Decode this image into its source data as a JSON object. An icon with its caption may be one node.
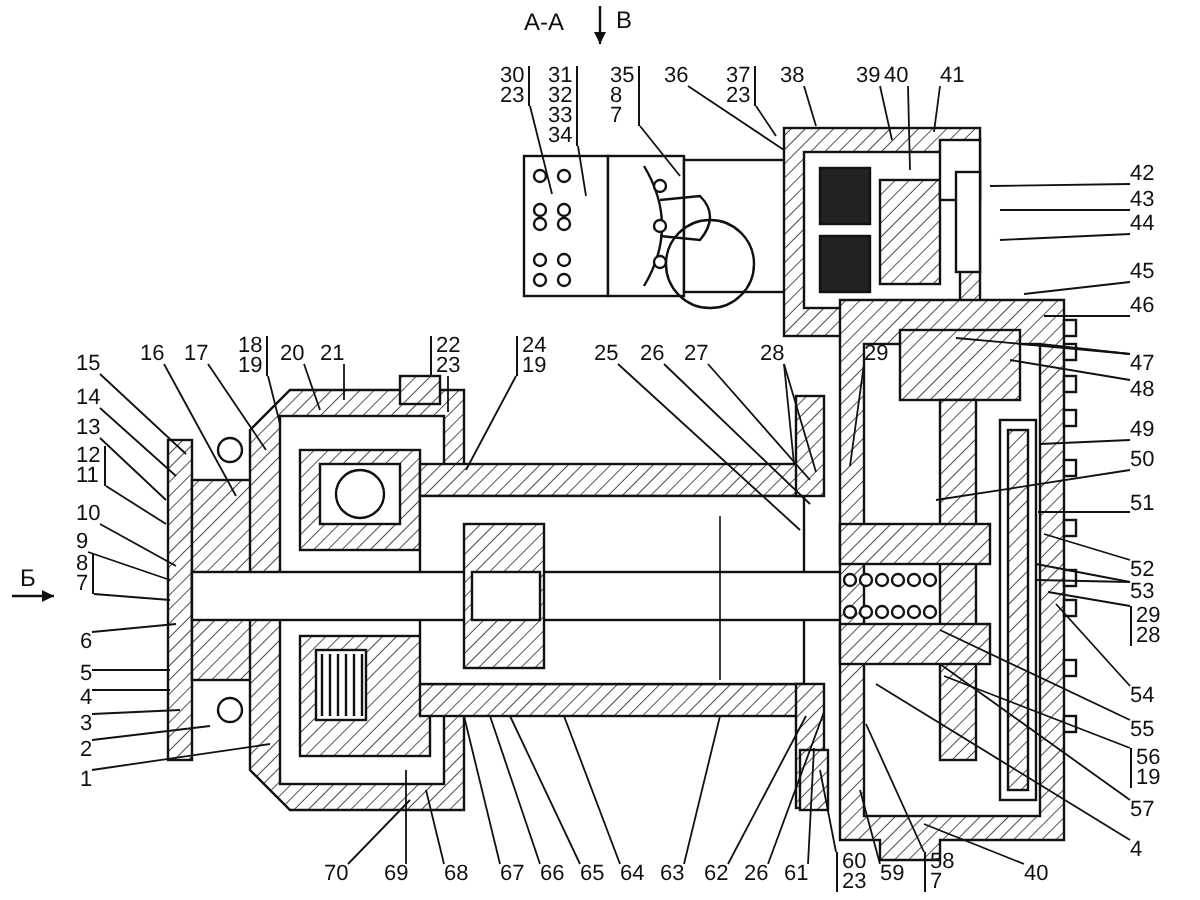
{
  "diagram": {
    "nodes": [
      {
        "text": [
          "30 23"
        ]
      },
      {
        "text": [
          "31 32 33 34"
        ]
      },
      {
        "text": [
          "35 8 7"
        ]
      },
      {
        "text": [
          "36"
        ]
      },
      {
        "text": [
          "37 23"
        ]
      },
      {
        "text": [
          "38"
        ]
      },
      {
        "text": [
          "39"
        ]
      },
      {
        "text": [
          "40"
        ]
      },
      {
        "text": [
          "41"
        ]
      },
      {
        "text": [
          "42"
        ]
      },
      {
        "text": [
          "43"
        ]
      },
      {
        "text": [
          "44"
        ]
      },
      {
        "text": [
          "45"
        ]
      },
      {
        "text": [
          "46"
        ]
      },
      {
        "text": [
          "47"
        ]
      },
      {
        "text": [
          "48"
        ]
      },
      {
        "text": [
          "15"
        ]
      },
      {
        "text": [
          "16"
        ]
      },
      {
        "text": [
          "17"
        ]
      },
      {
        "text": [
          "18 19"
        ]
      },
      {
        "text": [
          "20"
        ]
      },
      {
        "text": [
          "21"
        ]
      },
      {
        "text": [
          "22 23"
        ]
      },
      {
        "text": [
          "24 19"
        ]
      },
      {
        "text": [
          "25"
        ]
      },
      {
        "text": [
          "26"
        ]
      },
      {
        "text": [
          "27"
        ]
      },
      {
        "text": [
          "28"
        ]
      },
      {
        "text": [
          "29"
        ]
      },
      {
        "text": [
          "49"
        ]
      },
      {
        "text": [
          "14"
        ]
      },
      {
        "text": [
          "13"
        ]
      },
      {
        "text": [
          "12 11"
        ]
      },
      {
        "text": [
          "50"
        ]
      },
      {
        "text": [
          "10"
        ]
      },
      {
        "text": [
          "51"
        ]
      },
      {
        "text": [
          "9"
        ]
      },
      {
        "text": [
          "8 7"
        ]
      },
      {
        "text": [
          "52"
        ]
      },
      {
        "text": [
          "53"
        ]
      },
      {
        "text": [
          "29 28"
        ]
      },
      {
        "text": [
          "6"
        ]
      },
      {
        "text": [
          "5"
        ]
      },
      {
        "text": [
          "54"
        ]
      },
      {
        "text": [
          "4"
        ]
      },
      {
        "text": [
          "55"
        ]
      },
      {
        "text": [
          "3"
        ]
      },
      {
        "text": [
          "56 19"
        ]
      },
      {
        "text": [
          "2"
        ]
      },
      {
        "text": [
          "1"
        ]
      },
      {
        "text": [
          "57"
        ]
      },
      {
        "text": [
          "4"
        ]
      },
      {
        "text": [
          "70"
        ]
      },
      {
        "text": [
          "69"
        ]
      },
      {
        "text": [
          "68"
        ]
      },
      {
        "text": [
          "67"
        ]
      },
      {
        "text": [
          "66"
        ]
      },
      {
        "text": [
          "65"
        ]
      },
      {
        "text": [
          "64"
        ]
      },
      {
        "text": [
          "63"
        ]
      },
      {
        "text": [
          "62"
        ]
      },
      {
        "text": [
          "26"
        ]
      },
      {
        "text": [
          "61"
        ]
      },
      {
        "text": [
          "60 23"
        ]
      },
      {
        "text": [
          "59"
        ]
      },
      {
        "text": [
          "58 7"
        ]
      },
      {
        "text": [
          "40"
        ]
      }
    ],
    "edges": [
      {
        "from": 0,
        "to": null,
        "arrow": "none"
      },
      {
        "from": 1,
        "to": null,
        "arrow": "none"
      },
      {
        "from": 2,
        "to": null,
        "arrow": "none"
      },
      {
        "from": 3,
        "to": null,
        "arrow": "none"
      },
      {
        "from": 4,
        "to": null,
        "arrow": "none"
      },
      {
        "from": 5,
        "to": null,
        "arrow": "none"
      },
      {
        "from": 6,
        "to": null,
        "arrow": "none"
      },
      {
        "from": 7,
        "to": null,
        "arrow": "none"
      },
      {
        "from": 8,
        "to": null,
        "arrow": "none"
      },
      {
        "from": 9,
        "to": null,
        "arrow": "none"
      },
      {
        "from": 10,
        "to": null,
        "arrow": "none"
      },
      {
        "from": 11,
        "to": null,
        "arrow": "none"
      },
      {
        "from": 12,
        "to": null,
        "arrow": "none"
      },
      {
        "from": 13,
        "to": null,
        "arrow": "none"
      },
      {
        "from": 14,
        "to": null,
        "arrow": "none"
      },
      {
        "from": 14,
        "to": null,
        "arrow": "none"
      },
      {
        "from": 15,
        "to": null,
        "arrow": "none"
      },
      {
        "from": 16,
        "to": null,
        "arrow": "none"
      },
      {
        "from": 17,
        "to": null,
        "arrow": "none"
      },
      {
        "from": 18,
        "to": null,
        "arrow": "none"
      },
      {
        "from": 19,
        "to": null,
        "arrow": "none"
      },
      {
        "from": 20,
        "to": null,
        "arrow": "none"
      },
      {
        "from": 21,
        "to": null,
        "arrow": "none"
      },
      {
        "from": 22,
        "to": null,
        "arrow": "none"
      },
      {
        "from": 23,
        "to": null,
        "arrow": "none"
      },
      {
        "from": 24,
        "to": null,
        "arrow": "none"
      },
      {
        "from": 25,
        "to": null,
        "arrow": "none"
      },
      {
        "from": 26,
        "to": null,
        "arrow": "none"
      },
      {
        "from": 27,
        "to": null,
        "arrow": "none"
      },
      {
        "from": 27,
        "to": null,
        "arrow": "none"
      },
      {
        "from": 28,
        "to": null,
        "arrow": "none"
      },
      {
        "from": 29,
        "to": null,
        "arrow": "none"
      },
      {
        "from": 30,
        "to": null,
        "arrow": "none"
      },
      {
        "from": 31,
        "to": null,
        "arrow": "none"
      },
      {
        "from": 32,
        "to": null,
        "arrow": "none"
      },
      {
        "from": 33,
        "to": null,
        "arrow": "none"
      },
      {
        "from": 34,
        "to": null,
        "arrow": "none"
      },
      {
        "from": 35,
        "to": null,
        "arrow": "none"
      },
      {
        "from": 36,
        "to": null,
        "arrow": "none"
      },
      {
        "from": 37,
        "to": null,
        "arrow": "none"
      },
      {
        "from": 38,
        "to": null,
        "arrow": "none"
      },
      {
        "from": 39,
        "to": null,
        "arrow": "none"
      },
      {
        "from": 39,
        "to": null,
        "arrow": "none"
      },
      {
        "from": 40,
        "to": null,
        "arrow": "none"
      },
      {
        "from": 41,
        "to": null,
        "arrow": "none"
      },
      {
        "from": 42,
        "to": null,
        "arrow": "none"
      },
      {
        "from": 43,
        "to": null,
        "arrow": "none"
      },
      {
        "from": 44,
        "to": null,
        "arrow": "none"
      },
      {
        "from": 45,
        "to": null,
        "arrow": "none"
      },
      {
        "from": 46,
        "to": null,
        "arrow": "none"
      },
      {
        "from": 47,
        "to": null,
        "arrow": "none"
      },
      {
        "from": 48,
        "to": null,
        "arrow": "none"
      },
      {
        "from": 49,
        "to": null,
        "arrow": "none"
      },
      {
        "from": 50,
        "to": null,
        "arrow": "none"
      },
      {
        "from": 51,
        "to": null,
        "arrow": "none"
      },
      {
        "from": 52,
        "to": null,
        "arrow": "none"
      },
      {
        "from": 53,
        "to": null,
        "arrow": "none"
      },
      {
        "from": 54,
        "to": null,
        "arrow": "none"
      },
      {
        "from": 55,
        "to": null,
        "arrow": "none"
      },
      {
        "from": 56,
        "to": null,
        "arrow": "none"
      },
      {
        "from": 57,
        "to": null,
        "arrow": "none"
      },
      {
        "from": 58,
        "to": null,
        "arrow": "none"
      },
      {
        "from": 59,
        "to": null,
        "arrow": "none"
      },
      {
        "from": 60,
        "to": null,
        "arrow": "none"
      },
      {
        "from": 61,
        "to": null,
        "arrow": "none"
      },
      {
        "from": 62,
        "to": null,
        "arrow": "none"
      },
      {
        "from": 63,
        "to": null,
        "arrow": "none"
      },
      {
        "from": 64,
        "to": null,
        "arrow": "none"
      },
      {
        "from": 65,
        "to": null,
        "arrow": "none"
      },
      {
        "from": 66,
        "to": null,
        "arrow": "none"
      }
    ],
    "labels": [
      "А-А",
      "В",
      "Б"
    ]
  }
}
